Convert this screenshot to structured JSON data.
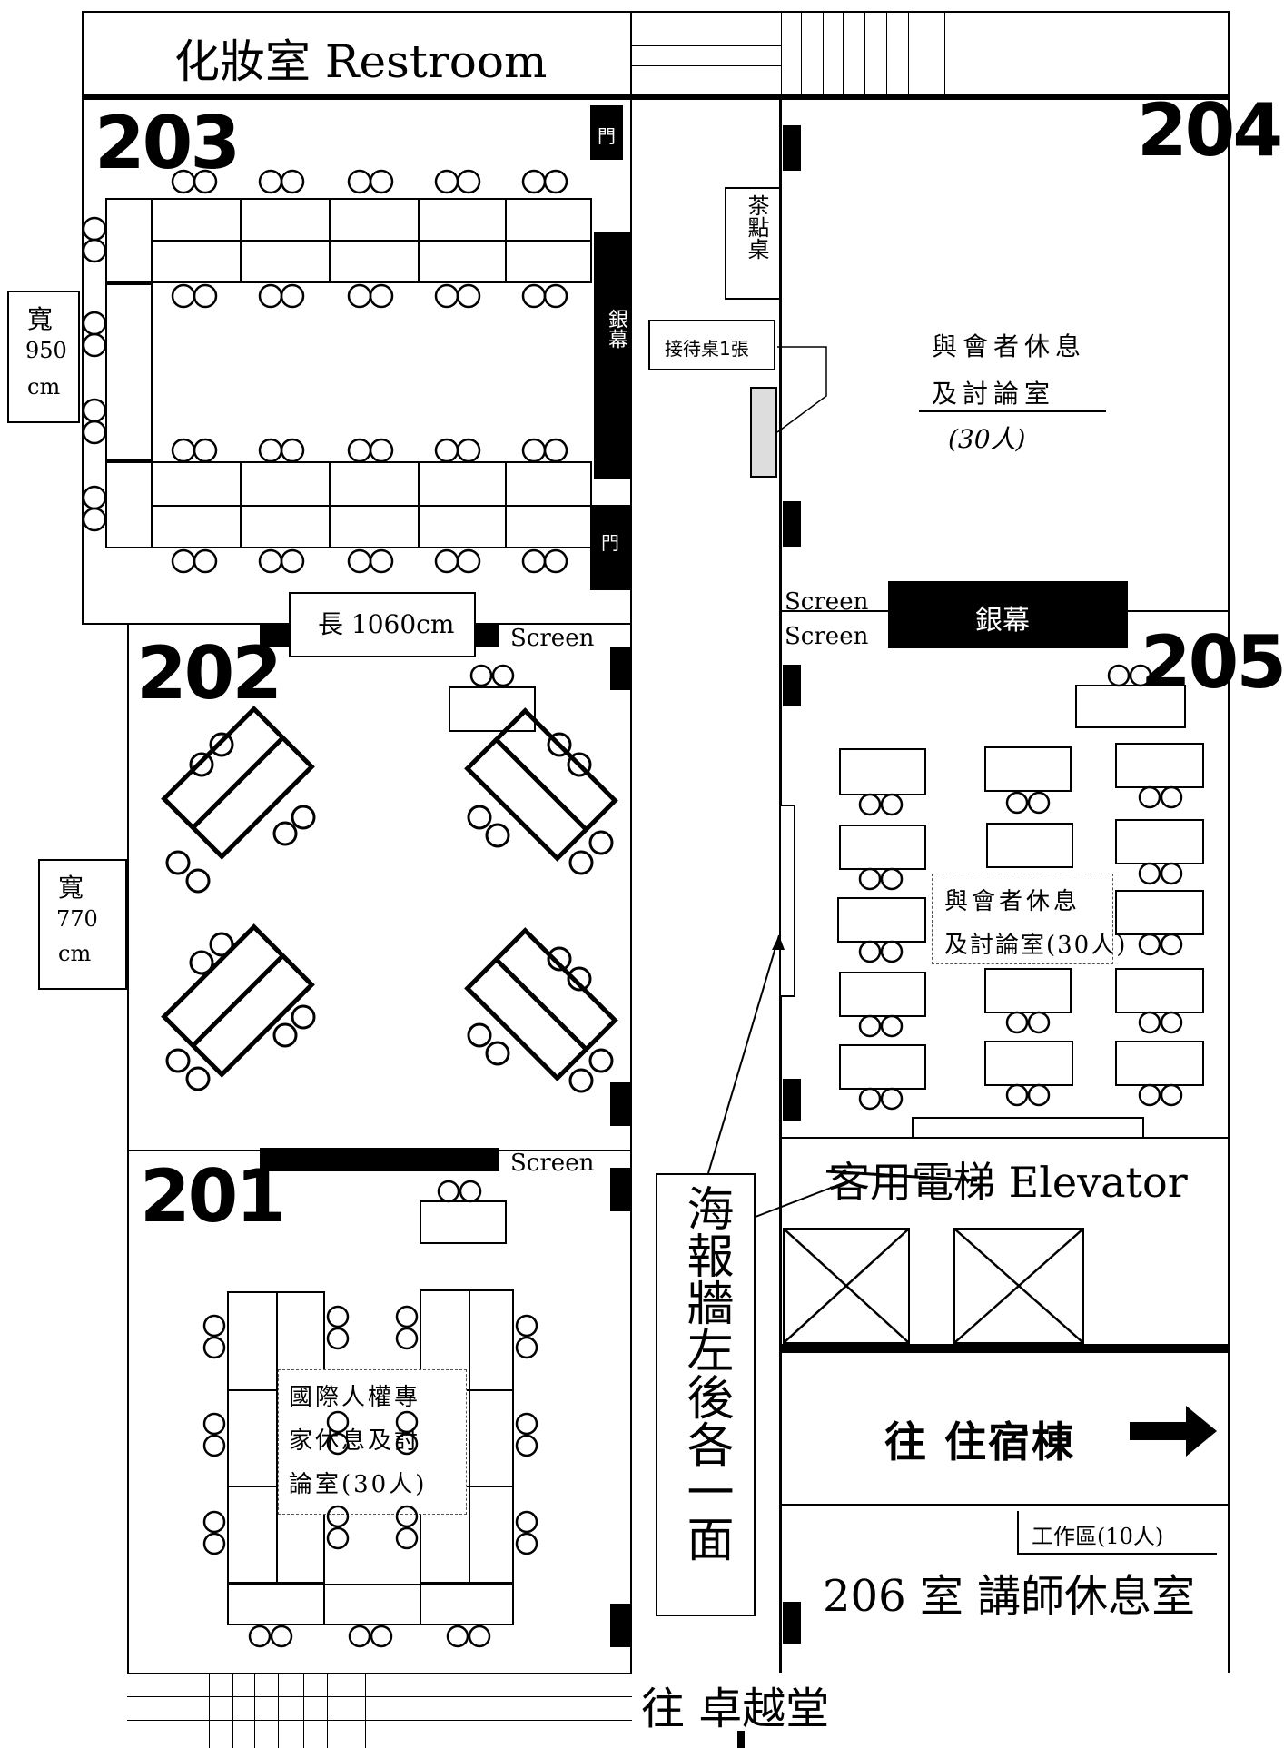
{
  "labels": {
    "restroom": "化妝室 Restroom",
    "room203": "203",
    "room204": "204",
    "room202": "202",
    "room205": "205",
    "room201": "201",
    "door_a": "門",
    "door_b": "門",
    "screen_cn_vert": "銀幕",
    "tea_table": "茶點桌",
    "reception": "接待桌1張",
    "width_203_a": "寬",
    "width_203_b": "950",
    "width_203_c": "cm",
    "length_203": "長 1060cm",
    "screen_202": "Screen",
    "screen_205_a": "Screen",
    "screen_205_b": "Screen",
    "screen_205_cn": "銀幕",
    "room204_note_a": "與會者休息",
    "room204_note_b": "及討論室",
    "room204_note_c": "(30人)",
    "width_202_a": "寬",
    "width_202_b": "770",
    "width_202_c": "cm",
    "room205_note_a": "與會者休息",
    "room205_note_b": "及討論室(30人)",
    "screen_201": "Screen",
    "poster_wall": "海報牆左後各一面",
    "elevator": "客用電梯 Elevator",
    "dorm": "往 住宿棟",
    "work_area": "工作區(10人)",
    "room206": "206 室  講師休息室",
    "room201_note_a": "國際人權專",
    "room201_note_b": "家休息及討",
    "room201_note_c": "論室(30人)",
    "to_hall": "往 卓越堂"
  }
}
